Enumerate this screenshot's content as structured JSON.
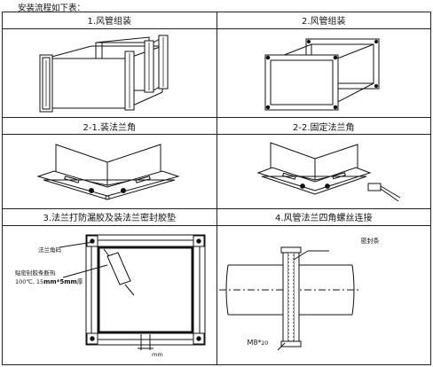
{
  "intro": "安装流程如下表：",
  "steps": [
    {
      "caption": "1.风管组装"
    },
    {
      "caption": "2.风管组装"
    },
    {
      "caption": "2-1.装法兰角"
    },
    {
      "caption": "2-2.固定法兰角"
    },
    {
      "caption": "3.法兰打防漏胶及装法兰密封胶垫"
    },
    {
      "caption": "4.风管法兰四角螺丝连接"
    }
  ],
  "labels": {
    "flange_corner": "法兰角码",
    "gasket_line1": "贴密封胶条断热",
    "gasket_line2_a": "100℃, 15",
    "gasket_line2_b": "mm*5mm",
    "gasket_line2_c": "厚",
    "seal_strip": "密封条",
    "bolt": "M8*",
    "bolt_sub": "20",
    "dim_tail": "mm"
  }
}
